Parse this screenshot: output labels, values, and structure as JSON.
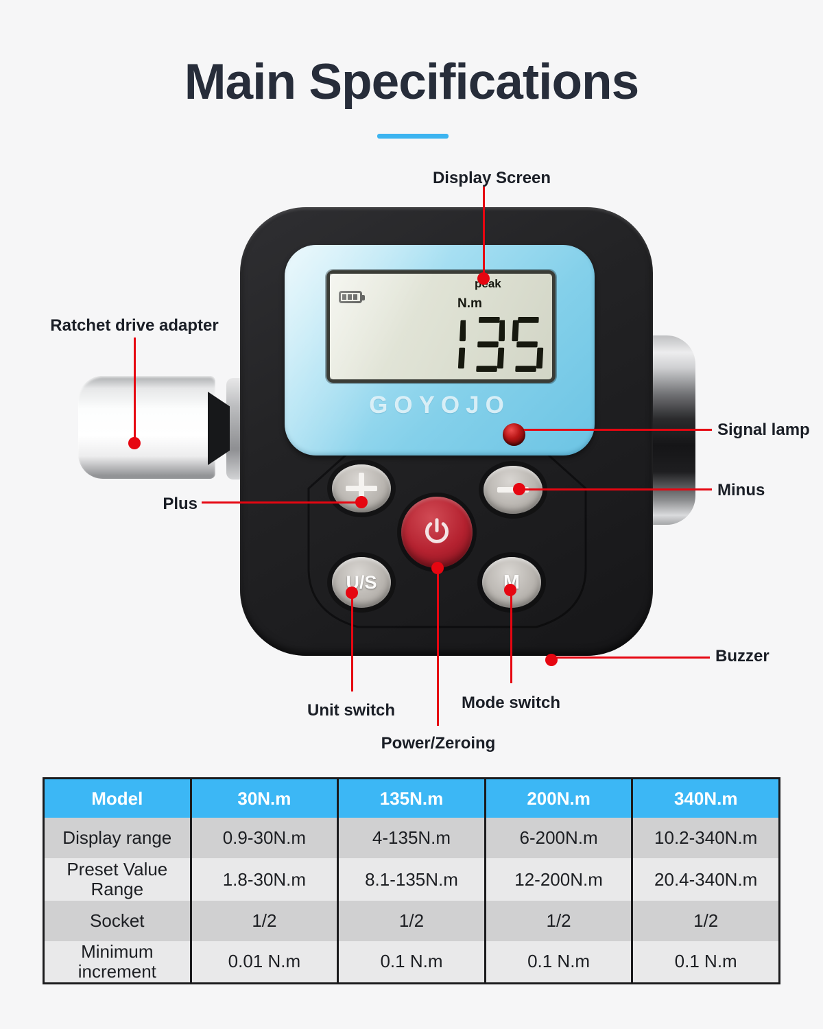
{
  "title": "Main Specifications",
  "device": {
    "brand": "GOYOJO",
    "lcd": {
      "battery_icon": "battery-3-bars",
      "mode": "peak",
      "unit": "N.m",
      "value": "135"
    },
    "buttons": {
      "plus": "+",
      "minus": "−",
      "power": "power-icon",
      "unit_switch": "U/S",
      "mode": "M"
    }
  },
  "callouts": {
    "display_screen": "Display Screen",
    "ratchet_drive_adapter": "Ratchet drive adapter",
    "signal_lamp": "Signal lamp",
    "minus": "Minus",
    "plus": "Plus",
    "buzzer": "Buzzer",
    "unit_switch": "Unit switch",
    "mode_switch": "Mode switch",
    "power_zeroing": "Power/Zeroing"
  },
  "spec_table": {
    "header": [
      "Model",
      "30N.m",
      "135N.m",
      "200N.m",
      "340N.m"
    ],
    "rows": [
      {
        "label": "Display range",
        "cells": [
          "0.9-30N.m",
          "4-135N.m",
          "6-200N.m",
          "10.2-340N.m"
        ]
      },
      {
        "label": "Preset Value Range",
        "cells": [
          "1.8-30N.m",
          "8.1-135N.m",
          "12-200N.m",
          "20.4-340N.m"
        ]
      },
      {
        "label": "Socket",
        "cells": [
          "1/2",
          "1/2",
          "1/2",
          "1/2"
        ]
      },
      {
        "label": "Minimum increment",
        "cells": [
          "0.01 N.m",
          "0.1 N.m",
          "0.1 N.m",
          "0.1 N.m"
        ]
      }
    ]
  },
  "colors": {
    "accent_blue": "#3cb7f5",
    "callout_red": "#e60611",
    "title_color": "#272d3a"
  }
}
